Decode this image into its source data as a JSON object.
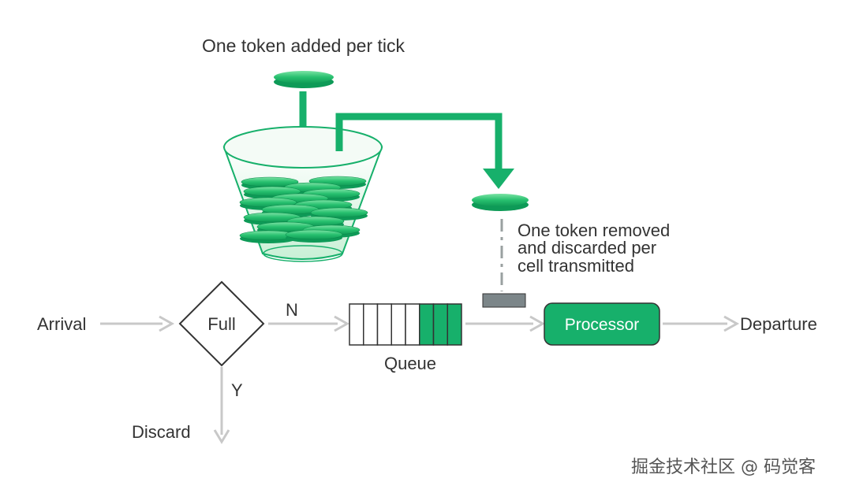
{
  "labels": {
    "top_caption": "One token added per tick",
    "removed_line1": "One token removed",
    "removed_line2": "and discarded per",
    "removed_line3": "cell transmitted",
    "arrival": "Arrival",
    "full": "Full",
    "n": "N",
    "y": "Y",
    "queue": "Queue",
    "processor": "Processor",
    "departure": "Departure",
    "discard": "Discard"
  },
  "watermark": "掘金技术社区 @ 码觉客",
  "queue": {
    "total_slots": 8,
    "filled_slots": 3
  },
  "colors": {
    "green": "#17b06b",
    "green_dark": "#0e9a57",
    "green_light": "#5fd38c",
    "arrow_gray": "#c8c8c8",
    "text": "#333333",
    "dash_gray": "#9aa0a0",
    "cell_gray": "#7c8689"
  }
}
